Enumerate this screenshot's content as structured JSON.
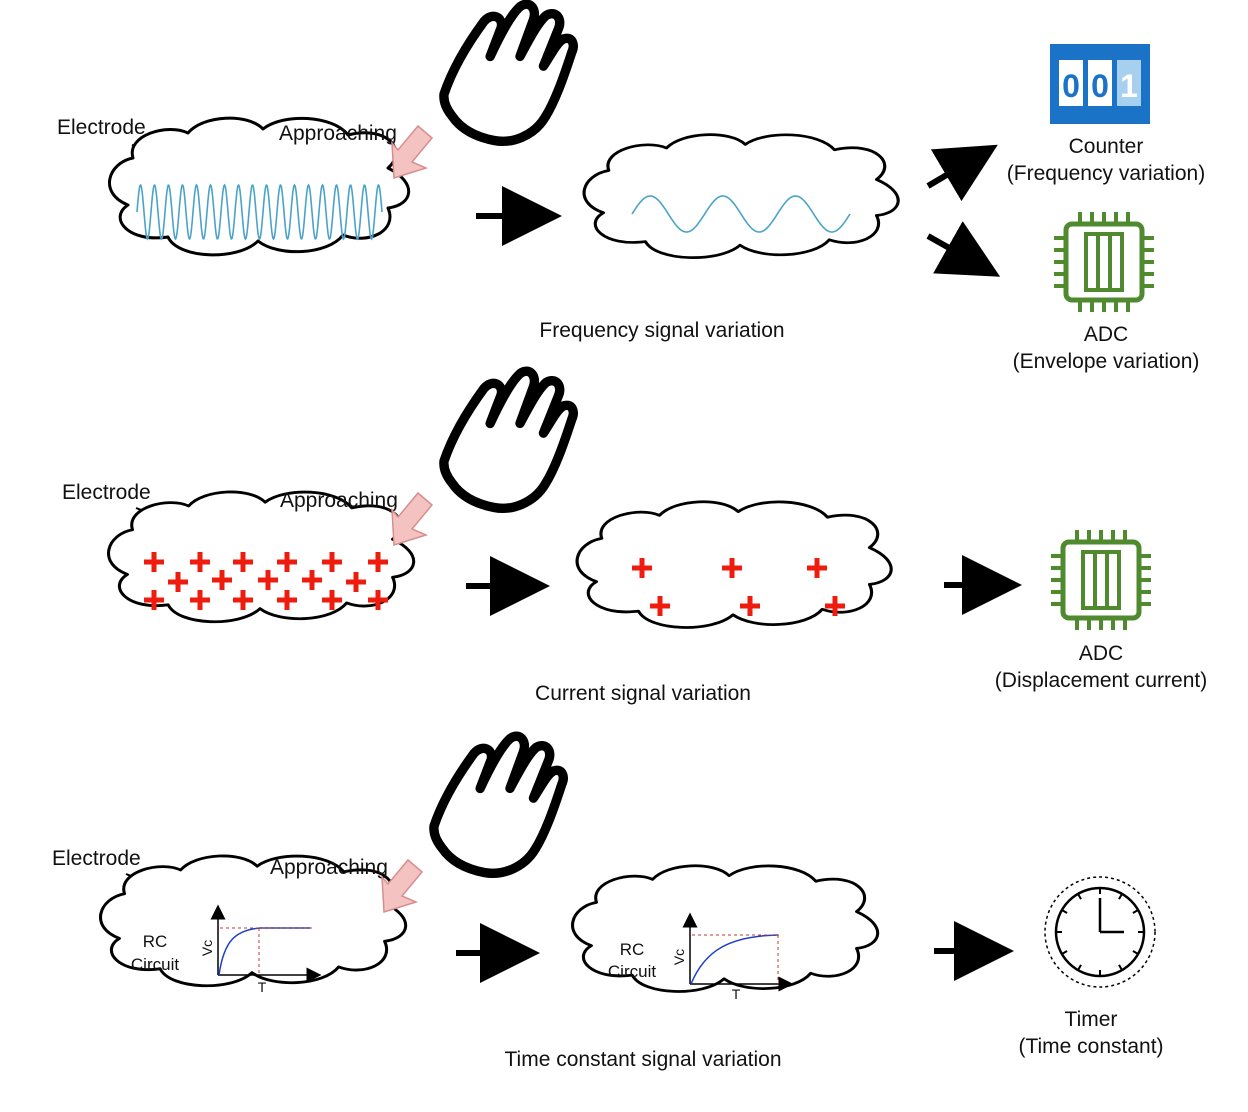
{
  "rows": [
    {
      "electrode_label": "Electrode",
      "approaching_label": "Approaching",
      "caption": "Frequency signal variation",
      "outputs": [
        {
          "name": "Counter",
          "detail": "(Frequency variation)",
          "icon": "counter-icon",
          "digits": [
            "0",
            "0",
            "1"
          ]
        },
        {
          "name": "ADC",
          "detail": "(Envelope variation)",
          "icon": "chip-icon"
        }
      ]
    },
    {
      "electrode_label": "Electrode",
      "approaching_label": "Approaching",
      "caption": "Current signal variation",
      "outputs": [
        {
          "name": "ADC",
          "detail": "(Displacement current)",
          "icon": "chip-icon"
        }
      ]
    },
    {
      "electrode_label": "Electrode",
      "approaching_label": "Approaching",
      "caption": "Time constant signal variation",
      "rc_line1": "RC",
      "rc_line2": "Circuit",
      "axis_y": "Vc",
      "axis_x": "T",
      "outputs": [
        {
          "name": "Timer",
          "detail": "(Time constant)",
          "icon": "clock-icon"
        }
      ]
    }
  ],
  "colors": {
    "charge": "#ee1c0e",
    "counter_bg": "#1a73c6",
    "chip": "#4f8a2e",
    "wave": "#4aa3c9",
    "curve": "#1d3fc4",
    "dashed": "#c0392b",
    "approach_arrow": "#f5c2c2"
  }
}
